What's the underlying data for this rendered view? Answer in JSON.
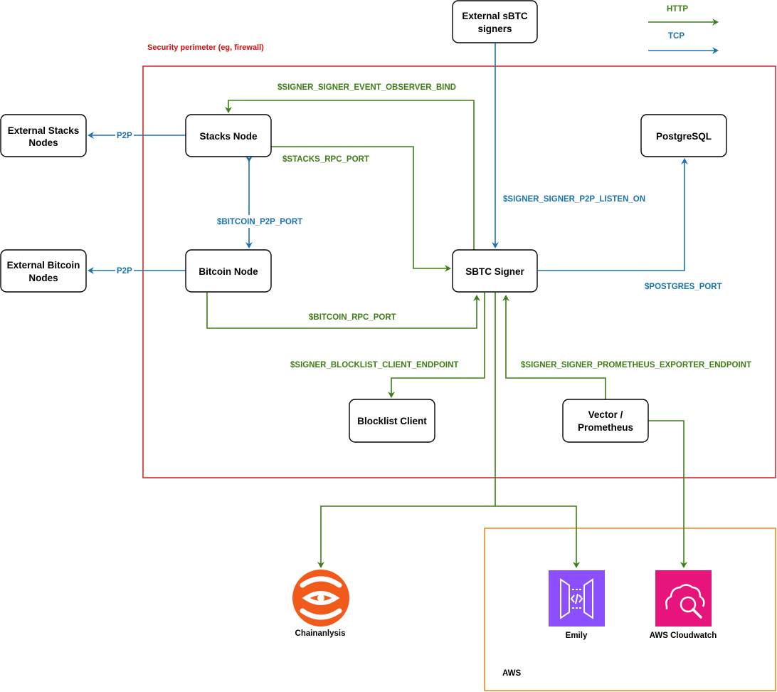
{
  "legend": {
    "http": "HTTP",
    "tcp": "TCP"
  },
  "colors": {
    "http": "#3d7d16",
    "tcp": "#1a73b1",
    "perimeter": "#cc1111",
    "aws": "#f08a24"
  },
  "perimeter_label": "Security perimeter (eg, firewall)",
  "aws_label": "AWS",
  "nodes": {
    "external_sbtc": [
      "External sBTC",
      "signers"
    ],
    "external_stacks": [
      "External Stacks",
      "Nodes"
    ],
    "stacks_node": [
      "Stacks Node"
    ],
    "postgres": [
      "PostgreSQL"
    ],
    "external_bitcoin": [
      "External Bitcoin",
      "Nodes"
    ],
    "bitcoin_node": [
      "Bitcoin Node"
    ],
    "sbtc_signer": [
      "SBTC Signer"
    ],
    "blocklist": [
      "Blocklist Client"
    ],
    "vector": [
      "Vector /",
      "Prometheus"
    ]
  },
  "edge_labels": {
    "event_observer": "$SIGNER_SIGNER_EVENT_OBSERVER_BIND",
    "stacks_rpc": "$STACKS_RPC_PORT",
    "p2p_listen": "$SIGNER_SIGNER_P2P_LISTEN_ON",
    "bitcoin_p2p": "$BITCOIN_P2P_PORT",
    "postgres_port": "$POSTGRES_PORT",
    "bitcoin_rpc": "$BITCOIN_RPC_PORT",
    "blocklist_endpoint": "$SIGNER_BLOCKLIST_CLIENT_ENDPOINT",
    "prometheus_endpoint": "$SIGNER_SIGNER_PROMETHEUS_EXPORTER_ENDPOINT",
    "p2p_stacks": "P2P",
    "p2p_bitcoin": "P2P"
  },
  "icons": {
    "chainanalysis": {
      "label": "Chainanlysis",
      "icon": "chainanalysis-logo-icon",
      "color": "#f05a1a"
    },
    "emily": {
      "label": "Emily",
      "icon": "api-gateway-icon",
      "color": "#8c4fff"
    },
    "cloudwatch": {
      "label": "AWS Cloudwatch",
      "icon": "cloudwatch-icon",
      "color": "#e7157b"
    }
  }
}
